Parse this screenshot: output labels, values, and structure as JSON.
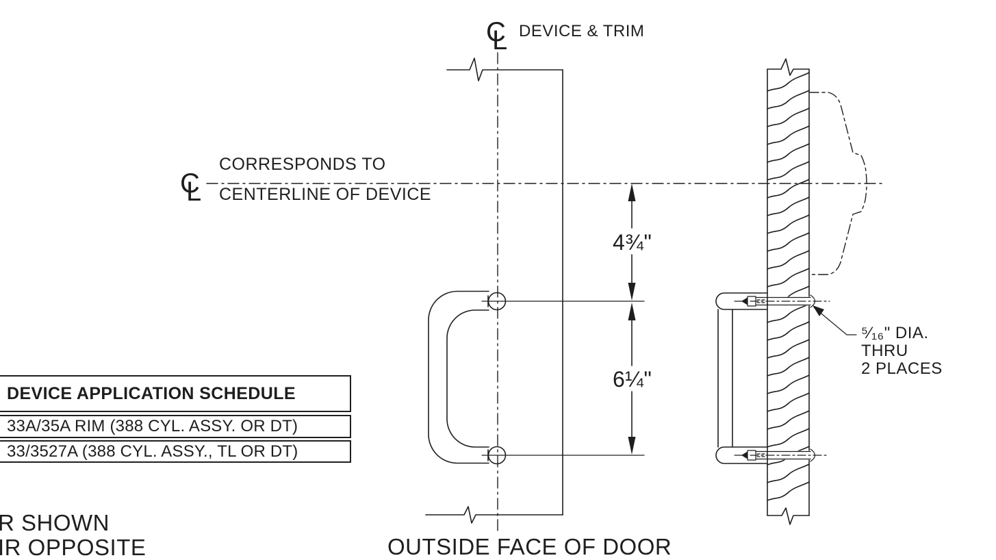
{
  "drawing": {
    "title_top": "DEVICE & TRIM",
    "centerline_note": {
      "line1": "CORRESPONDS TO",
      "line2": "CENTERLINE OF DEVICE"
    },
    "dimensions": {
      "upper": "4¾\"",
      "lower": "6¼\""
    },
    "hole_note": {
      "line1": "⁵⁄₁₆\" DIA.",
      "line2": "THRU",
      "line3": "2 PLACES"
    },
    "outside_face_label": "OUTSIDE FACE OF DOOR",
    "handing_note": {
      "line1": "R SHOWN",
      "line2": "IR OPPOSITE"
    },
    "centerline_symbol": {
      "c": "C",
      "l": "L"
    }
  },
  "schedule": {
    "title": "DEVICE APPLICATION SCHEDULE",
    "rows": [
      "33A/35A RIM (388 CYL. ASSY. OR DT)",
      "33/3527A (388 CYL. ASSY., TL OR DT)"
    ]
  },
  "colors": {
    "ink": "#1e1e1e",
    "background": "#ffffff"
  }
}
